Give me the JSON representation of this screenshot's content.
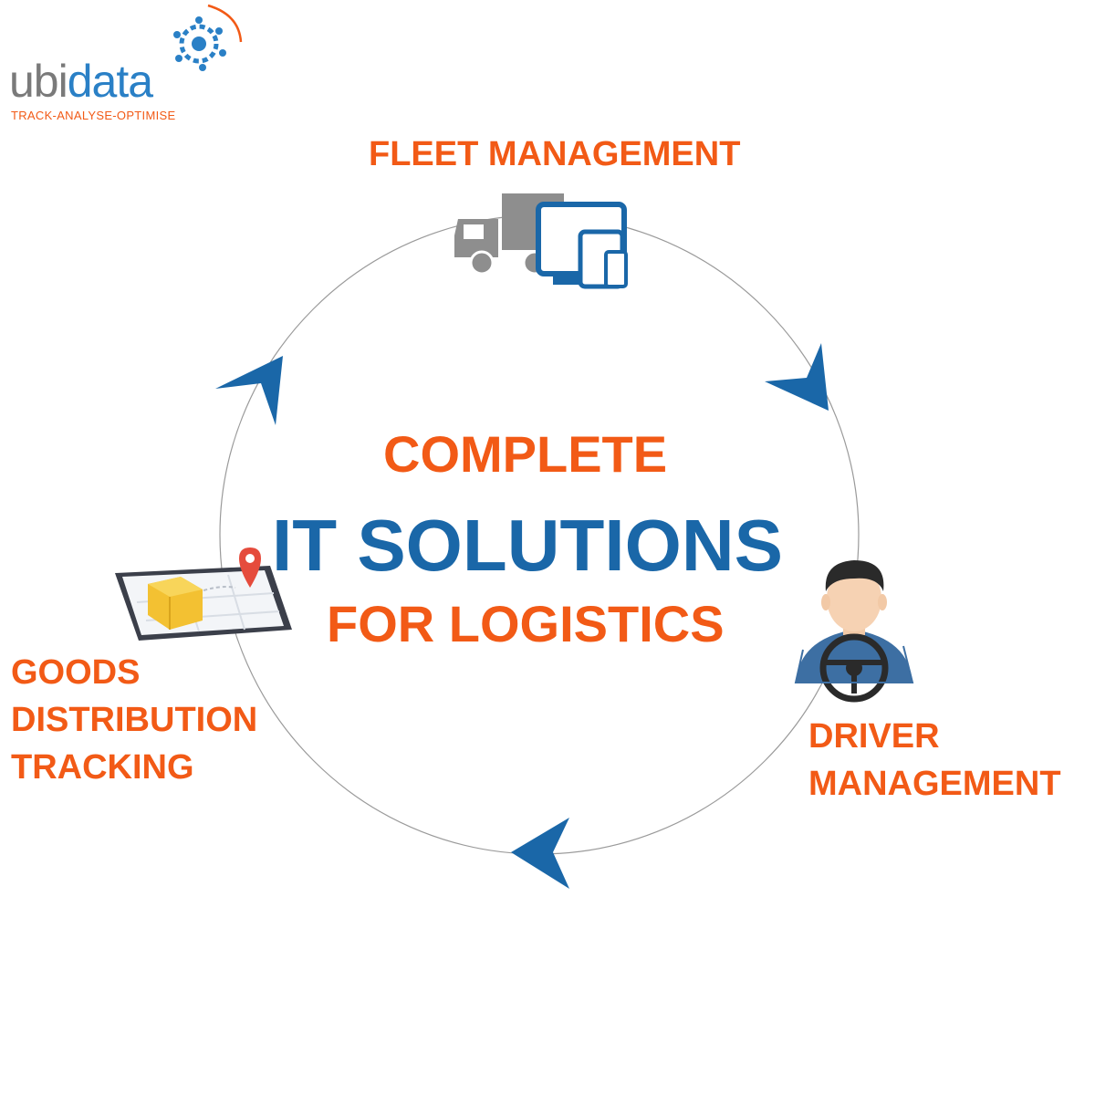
{
  "logo": {
    "word_part1": "ubi",
    "word_part2": "data",
    "tagline": "TRACK-ANALYSE-OPTIMISE"
  },
  "center": {
    "line1": "COMPLETE",
    "line2": "IT SOLUTIONS",
    "line3": "FOR LOGISTICS"
  },
  "nodes": {
    "fleet": {
      "label": "FLEET MANAGEMENT",
      "icon": "truck-devices-icon"
    },
    "driver": {
      "label_line1": "DRIVER",
      "label_line2": "MANAGEMENT",
      "icon": "driver-steering-wheel-icon"
    },
    "goods": {
      "label_line1": "GOODS",
      "label_line2": "DISTRIBUTION",
      "label_line3": "TRACKING",
      "icon": "tablet-package-location-icon"
    }
  },
  "cycle": {
    "direction": "clockwise",
    "arrow_count": 3
  },
  "colors": {
    "orange": "#f25a16",
    "blue": "#1a67a8",
    "gray": "#8e8e8e",
    "circle": "#9a9a9a"
  }
}
